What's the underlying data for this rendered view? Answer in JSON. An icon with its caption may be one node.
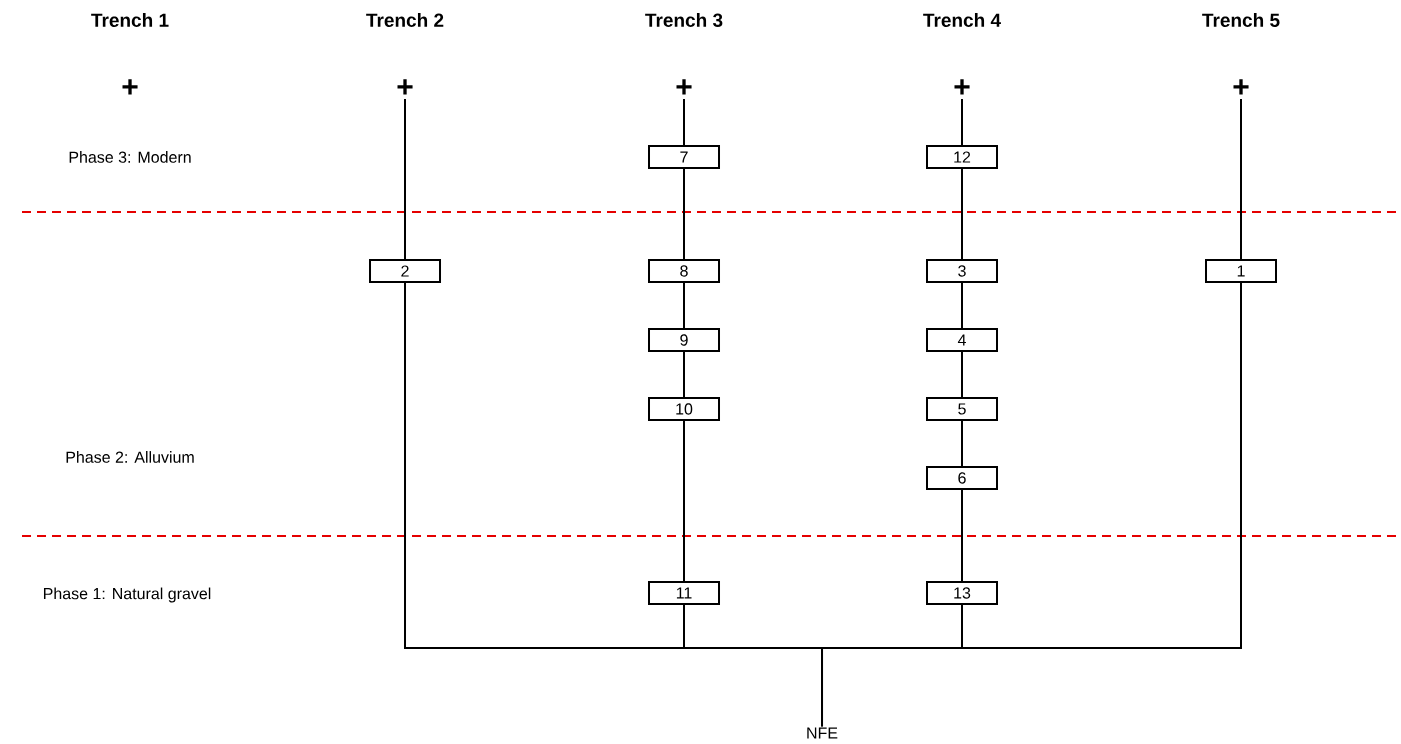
{
  "diagram": {
    "nodes": [
      {
        "text": [
          "+"
        ]
      },
      {
        "text": [
          "+"
        ]
      },
      {
        "text": [
          "+"
        ]
      },
      {
        "text": [
          "+"
        ]
      },
      {
        "text": [
          "+"
        ]
      },
      {
        "text": [
          "7"
        ]
      },
      {
        "text": [
          "12"
        ]
      },
      {
        "text": [
          "2"
        ]
      },
      {
        "text": [
          "8"
        ]
      },
      {
        "text": [
          "3"
        ]
      },
      {
        "text": [
          "1"
        ]
      },
      {
        "text": [
          "9"
        ]
      },
      {
        "text": [
          "4"
        ]
      },
      {
        "text": [
          "10"
        ]
      },
      {
        "text": [
          "5"
        ]
      },
      {
        "text": [
          "6"
        ]
      },
      {
        "text": [
          "11"
        ]
      },
      {
        "text": [
          "13"
        ]
      },
      {
        "text": [
          "NFE"
        ]
      }
    ],
    "edges": [
      {
        "from": 1,
        "to": 7,
        "arrow": "none"
      },
      {
        "from": 2,
        "to": 5,
        "arrow": "none"
      },
      {
        "from": 3,
        "to": 6,
        "arrow": "none"
      },
      {
        "from": 4,
        "to": 10,
        "arrow": "none"
      },
      {
        "from": 5,
        "to": 8,
        "arrow": "none"
      },
      {
        "from": 8,
        "to": 11,
        "arrow": "none"
      },
      {
        "from": 11,
        "to": 13,
        "arrow": "none"
      },
      {
        "from": 13,
        "to": 16,
        "arrow": "none"
      },
      {
        "from": 6,
        "to": 9,
        "arrow": "none"
      },
      {
        "from": 9,
        "to": 12,
        "arrow": "none"
      },
      {
        "from": 12,
        "to": 14,
        "arrow": "none"
      },
      {
        "from": 14,
        "to": 15,
        "arrow": "none"
      },
      {
        "from": 15,
        "to": 17,
        "arrow": "none"
      },
      {
        "from": 7,
        "to": 18,
        "arrow": "none"
      },
      {
        "from": 16,
        "to": 18,
        "arrow": "none"
      },
      {
        "from": 17,
        "to": 18,
        "arrow": "none"
      },
      {
        "from": 10,
        "to": 18,
        "arrow": "none"
      }
    ],
    "labels": [
      "Trench 1",
      "Trench 2",
      "Trench 3",
      "Trench 4",
      "Trench 5",
      "Phase 3: Modern",
      "Phase 2: Alluvium",
      "Phase 1: Natural gravel"
    ]
  }
}
